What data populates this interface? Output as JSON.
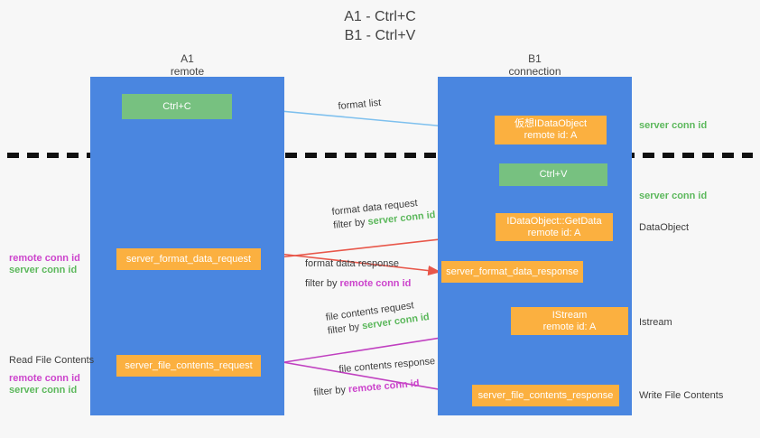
{
  "title": {
    "line1": "A1 - Ctrl+C",
    "line2": "B1 - Ctrl+V"
  },
  "lanes": [
    {
      "name": "A1",
      "sub": "remote"
    },
    {
      "name": "B1",
      "sub": "connection"
    }
  ],
  "boxes": {
    "ctrl_c": {
      "line1": "Ctrl+C",
      "line2": ""
    },
    "clipboard_idataobject": {
      "line1": "仮想IDataObject",
      "line2": "remote id: A"
    },
    "ctrl_v": {
      "line1": "Ctrl+V",
      "line2": ""
    },
    "getdata": {
      "line1": "IDataObject::GetData",
      "line2": "remote id: A"
    },
    "istream": {
      "line1": "IStream",
      "line2": "remote id: A"
    },
    "server_format_data_request": {
      "line1": "server_format_data_request",
      "line2": ""
    },
    "server_format_data_response": {
      "line1": "server_format_data_response",
      "line2": ""
    },
    "server_file_contents_request": {
      "line1": "server_file_contents_request",
      "line2": ""
    },
    "server_file_contents_response": {
      "line1": "server_file_contents_response",
      "line2": ""
    }
  },
  "right_labels": {
    "server_conn_id_top": "server conn id",
    "server_conn_id_mid": "server conn id",
    "dataobject": "DataObject",
    "istream": "Istream",
    "write_file_contents": "Write File Contents"
  },
  "left_labels": {
    "remote_conn_id_1": "remote conn id",
    "server_conn_id_1": "server conn id",
    "read_file_contents": "Read File Contents",
    "remote_conn_id_2": "remote conn id",
    "server_conn_id_2": "server conn id"
  },
  "edge_labels": {
    "format_list": "format list",
    "format_data_request": "format data request",
    "format_data_request_filter_prefix": "filter by ",
    "format_data_request_filter_key": "server conn id",
    "format_data_response": "format data response",
    "format_data_response_filter_prefix": "filter by ",
    "format_data_response_filter_key": "remote conn id",
    "file_contents_request": "file contents request",
    "file_contents_request_filter_prefix": "filter by ",
    "file_contents_request_filter_key": "server conn id",
    "file_contents_response": "file contents response",
    "file_contents_response_filter_prefix": "filter by ",
    "file_contents_response_filter_key": "remote conn id"
  },
  "colors": {
    "lane": "#4a86e0",
    "green_box": "#77c180",
    "orange_box": "#fbb040",
    "green_text": "#5cb85c",
    "magenta_text": "#cc44cc",
    "arrow_blue": "#7ec0ee",
    "arrow_red": "#e8574a",
    "arrow_magenta": "#c040c0",
    "arrow_black": "#000000",
    "background": "#f7f7f7"
  }
}
